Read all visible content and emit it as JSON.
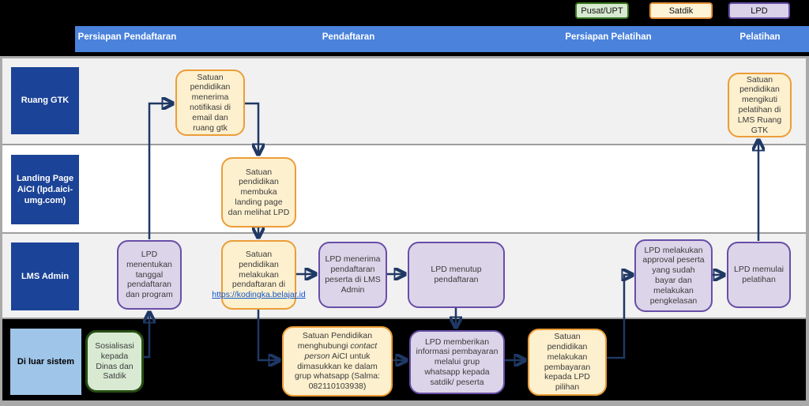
{
  "legend": [
    {
      "label": "Pusat/UPT",
      "fill": "#d9ead3",
      "border": "#38761d"
    },
    {
      "label": "Satdik",
      "fill": "#fdf3d7",
      "border": "#e69138"
    },
    {
      "label": "LPD",
      "fill": "#d9d2e9",
      "border": "#674ea7"
    }
  ],
  "header": {
    "columns": [
      "Persiapan Pendaftaran",
      "Pendaftaran",
      "Persiapan Pelatihan",
      "Pelatihan"
    ]
  },
  "lanes": [
    "Ruang GTK",
    "Landing Page AiCI (lpd.aici-umg.com)",
    "LMS Admin",
    "Di luar sistem"
  ],
  "nodes": {
    "a1": "Satuan pendidikan menerima notifikasi di email dan ruang gtk",
    "a2": "Satuan pendidikan mengikuti pelatihan di LMS Ruang GTK",
    "b1": "Satuan pendidikan membuka landing page dan melihat LPD",
    "c1": "LPD menentukan tanggal pendaftaran dan program",
    "c2": {
      "text": "Satuan pendidikan melakukan pendaftaran di",
      "link": "https://kodingka.belajar.id"
    },
    "c3": "LPD menerima pendaftaran peserta di LMS Admin",
    "c4": "LPD menutup pendaftaran",
    "c5": "LPD melakukan approval peserta yang sudah bayar dan melakukan pengkelasan",
    "c6": "LPD memulai pelatihan",
    "d1": "Sosialisasi kepada Dinas dan Satdik",
    "d2": {
      "pre": "Satuan Pendidikan menghubungi ",
      "italic": "contact person",
      "post": " AiCI untuk dimasukkan ke dalam grup whatsapp (Salma: 082110103938)"
    },
    "d3": "LPD memberikan informasi pembayaran melalui grup whatsapp kepada satdik/ peserta",
    "d4": "Satuan pendidikan melakukan pembayaran kepada LPD pilihan"
  },
  "colors": {
    "header_blue": "#4a82dc",
    "lane_blue": "#1b4397",
    "outside_lane_blue": "#9fc5e8",
    "satdik_fill": "#fdf0ce",
    "satdik_border": "#ec9d38",
    "lpd_fill": "#dcd4e9",
    "lpd_border": "#674ea7",
    "pusat_fill": "#d9ead3",
    "pusat_border": "#274e13",
    "arrow": "#1f3864"
  }
}
